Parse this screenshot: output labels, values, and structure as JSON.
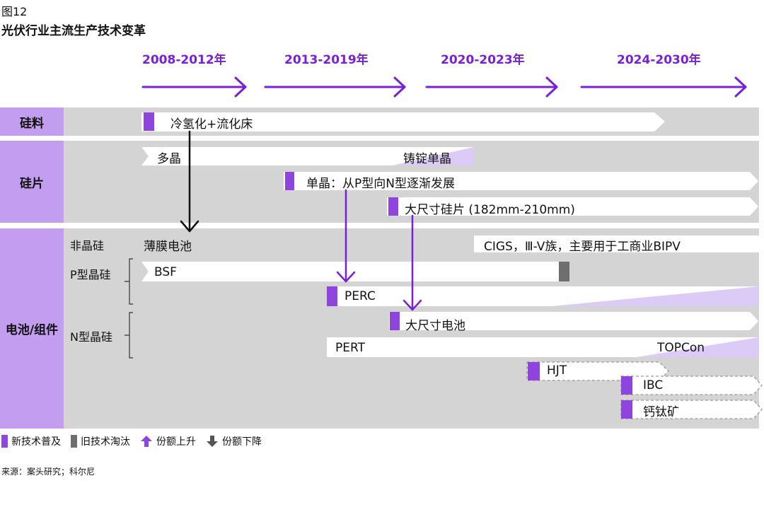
{
  "figure": {
    "label": "图12",
    "title": "光伏行业主流生产技术变革"
  },
  "periods": [
    "2008-2012年",
    "2013-2019年",
    "2020-2023年",
    "2024-2030年"
  ],
  "categories": {
    "silicon_material": "硅料",
    "wafer": "硅片",
    "cell_module": "电池/组件"
  },
  "subcategories": {
    "amorphous": "非晶硅",
    "p_type": "P型晶硅",
    "n_type": "N型晶硅"
  },
  "technologies": {
    "cold_hydrogenation": "冷氢化+流化床",
    "multicrystalline": "多晶",
    "cast_mono": "铸锭单晶",
    "monocrystalline": "单晶：从P型向N型逐渐发展",
    "large_wafer": "大尺寸硅片 (182mm-210mm)",
    "thin_film": "薄膜电池",
    "cigs": "CIGS，Ⅲ-V族，主要用于工商业BIPV",
    "bsf": "BSF",
    "perc": "PERC",
    "large_cell": "大尺寸电池",
    "pert": "PERT",
    "topcon": "TOPCon",
    "hjt": "HJT",
    "ibc": "IBC",
    "perovskite": "钙钛矿"
  },
  "legend": {
    "new_tech": "新技术普及",
    "old_tech": "旧技术淘汰",
    "share_up": "份额上升",
    "share_down": "份额下降"
  },
  "source": "来源：案头研究；科尔尼",
  "colors": {
    "accent": "#7a1fd6",
    "new_marker": "#8e44dd",
    "old_marker": "#6e6e6e",
    "label_band": "#c39ef0",
    "gray_band": "#d4d4d4",
    "fade": "#dccbf6"
  }
}
